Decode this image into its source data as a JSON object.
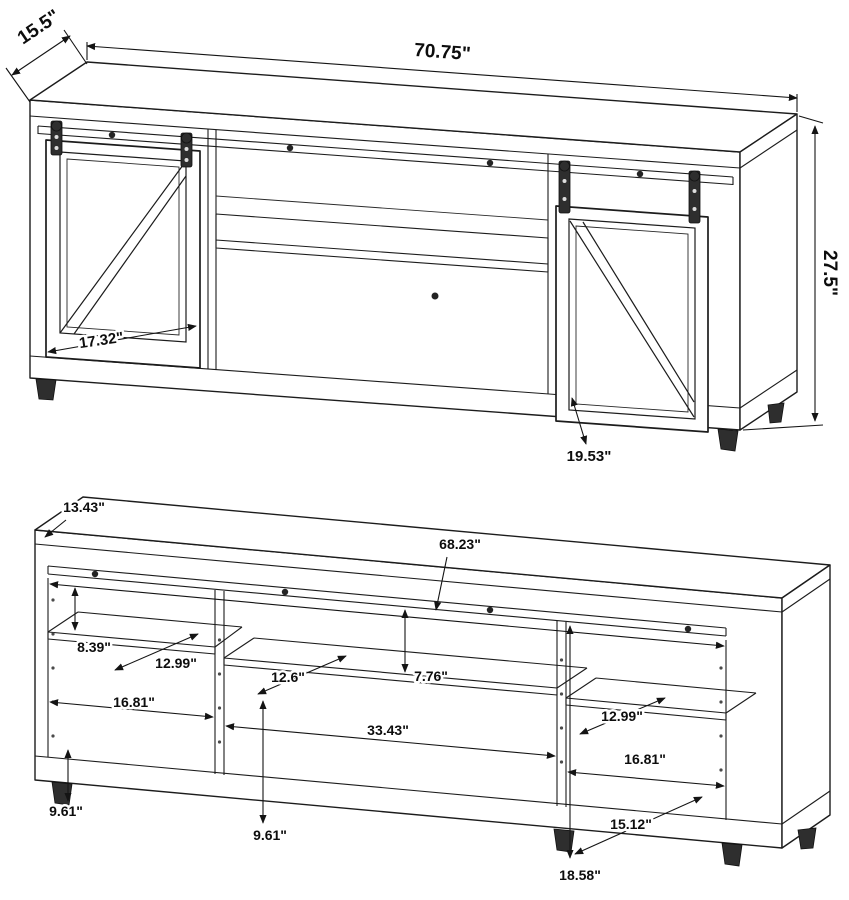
{
  "drawing": {
    "line_color": "#1c1c1c",
    "background_color": "#ffffff"
  },
  "top_view": {
    "width": "70.75\"",
    "depth": "15.5\"",
    "height": "27.5\"",
    "door_width": "17.32\"",
    "door_height": "19.53\""
  },
  "bottom_view": {
    "top_depth": "13.43\"",
    "interior_width": "68.23\"",
    "left_shelf_height": "8.39\"",
    "left_shelf_depth": "12.99\"",
    "left_section_width": "16.81\"",
    "left_base_height": "9.61\"",
    "center_shelf_depth": "12.6\"",
    "center_shelf_height": "7.76\"",
    "center_section_width": "33.43\"",
    "center_base_height": "9.61\"",
    "right_shelf_depth": "12.99\"",
    "right_section_width": "16.81\"",
    "right_compartment_depth": "15.12\"",
    "right_section_height": "18.58\""
  }
}
